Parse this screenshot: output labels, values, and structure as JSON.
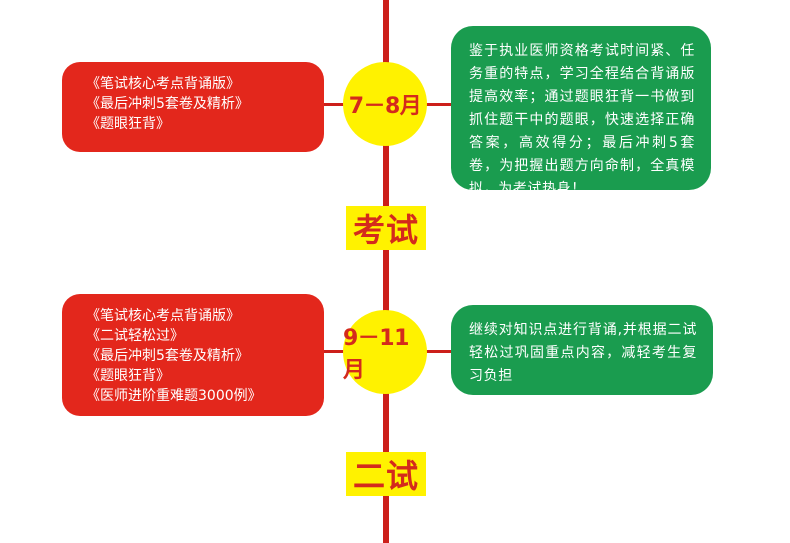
{
  "timeline": [
    {
      "period": "7－8月",
      "books": [
        "《笔试核心考点背诵版》",
        "《最后冲刺5套卷及精析》",
        "《题眼狂背》"
      ],
      "description": "鉴于执业医师资格考试时间紧、任务重的特点，学习全程结合背诵版提高效率；通过题眼狂背一书做到抓住题干中的题眼，快速选择正确答案，高效得分；最后冲刺5套卷，为把握出题方向命制，全真模拟，为考试热身！"
    },
    {
      "period": "9－11月",
      "books": [
        "《笔试核心考点背诵版》",
        "《二试轻松过》",
        "《最后冲刺5套卷及精析》",
        "《题眼狂背》",
        "《医师进阶重难题3000例》"
      ],
      "description": "继续对知识点进行背诵,并根据二试轻松过巩固重点内容，减轻考生复习负担"
    }
  ],
  "stages": [
    "考试",
    "二试"
  ],
  "colors": {
    "line": "#cc1f1a",
    "book_box": "#e3271c",
    "desc_box": "#1a9c4f",
    "circle": "#fff200",
    "label_text": "#d42a1c"
  }
}
